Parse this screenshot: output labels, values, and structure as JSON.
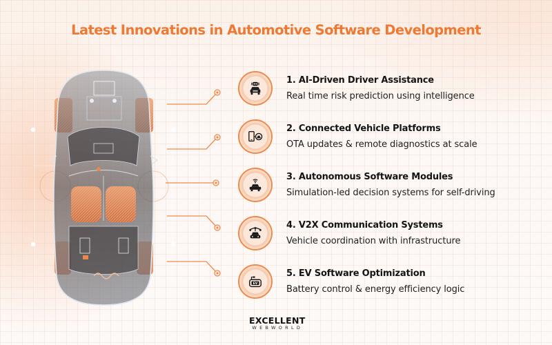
{
  "title": "Latest Innovations in Automotive Software Development",
  "colors": {
    "accent": "#ec7a35",
    "icon_ring": "#ee8a4c",
    "text_dark": "#141414",
    "background": "#fdf6f2"
  },
  "illustration": {
    "subject": "transparent x-ray view of car from above with highlighted seats and wheels",
    "icon": "car-xray-illustration"
  },
  "items": [
    {
      "number": "1",
      "title": "1. AI-Driven Driver Assistance",
      "description": "Real time risk prediction using intelligence",
      "icon": "robot-car-icon"
    },
    {
      "number": "2",
      "title": "2. Connected Vehicle Platforms",
      "description": "OTA updates & remote diagnostics at scale",
      "icon": "phone-car-connection-icon"
    },
    {
      "number": "3",
      "title": "3. Autonomous Software Modules",
      "description": "Simulation-led decision systems for self-driving",
      "icon": "wireless-car-icon"
    },
    {
      "number": "4",
      "title": "4. V2X Communication Systems",
      "description": "Vehicle coordination with infrastructure",
      "icon": "vehicle-network-icon"
    },
    {
      "number": "5",
      "title": "5. EV Software Optimization",
      "description": "Battery control & energy efficiency logic",
      "icon": "ev-charging-icon"
    }
  ],
  "logo": {
    "line1": "EXCELLENT",
    "line2": "WEBWORLD"
  }
}
